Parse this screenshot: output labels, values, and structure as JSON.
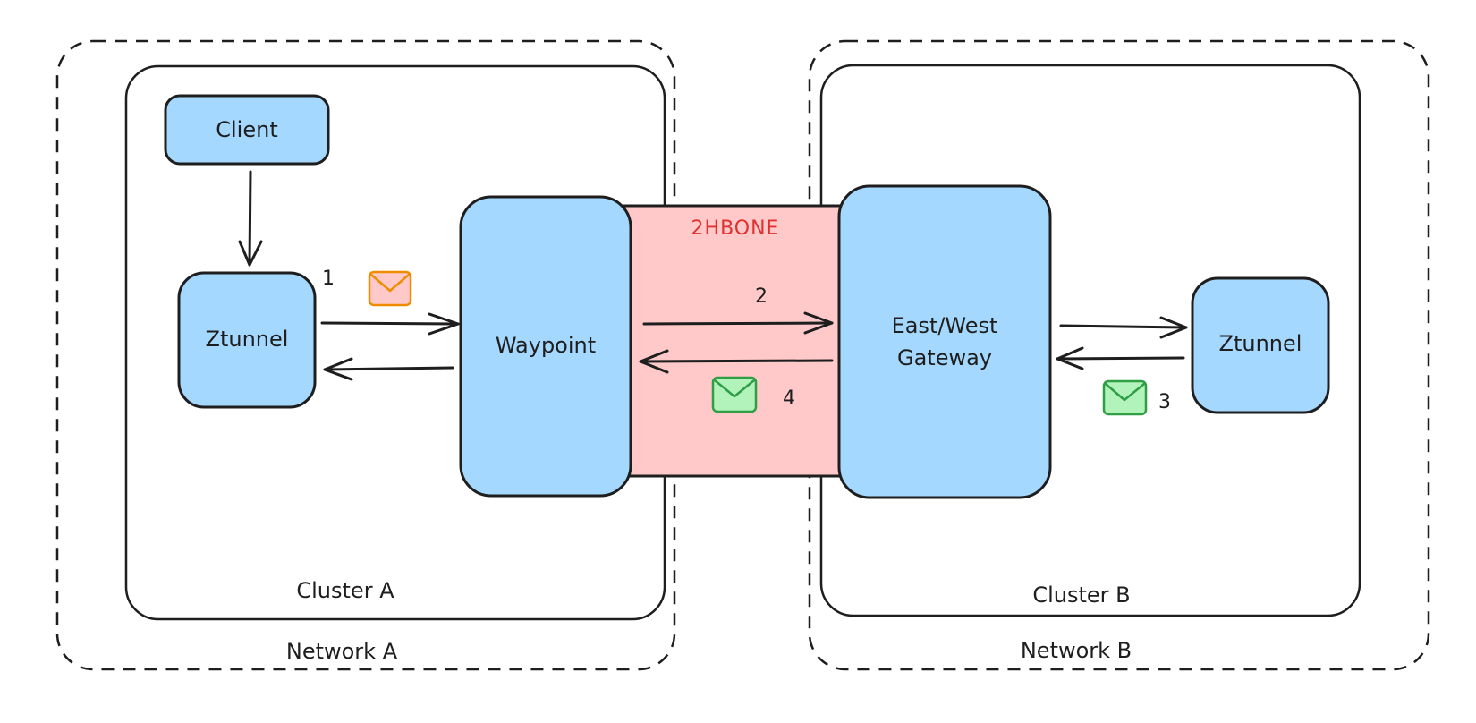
{
  "networks": [
    {
      "label": "Network A"
    },
    {
      "label": "Network B"
    }
  ],
  "clusters": [
    {
      "label": "Cluster A"
    },
    {
      "label": "Cluster B"
    }
  ],
  "nodes": {
    "client": "Client",
    "ztunnel_a": "Ztunnel",
    "waypoint": "Waypoint",
    "gateway_line1": "East/West",
    "gateway_line2": "Gateway",
    "ztunnel_b": "Ztunnel"
  },
  "tunnel": {
    "label": "2HBONE"
  },
  "steps": {
    "step1": "1",
    "step2": "2",
    "step3": "3",
    "step4": "4"
  },
  "colors": {
    "node_fill": "#a5d8ff",
    "tunnel_fill": "#ffc9c9",
    "tunnel_label": "#e03131",
    "envelope_request_fill": "#ffc9c9",
    "envelope_request_stroke": "#f08c00",
    "envelope_response_fill": "#b2f2bb",
    "envelope_response_stroke": "#2f9e44",
    "ink": "#1e1e1e"
  },
  "icons": [
    "envelope-icon-request",
    "envelope-icon-response-gateway",
    "envelope-icon-response-ztunnel"
  ]
}
